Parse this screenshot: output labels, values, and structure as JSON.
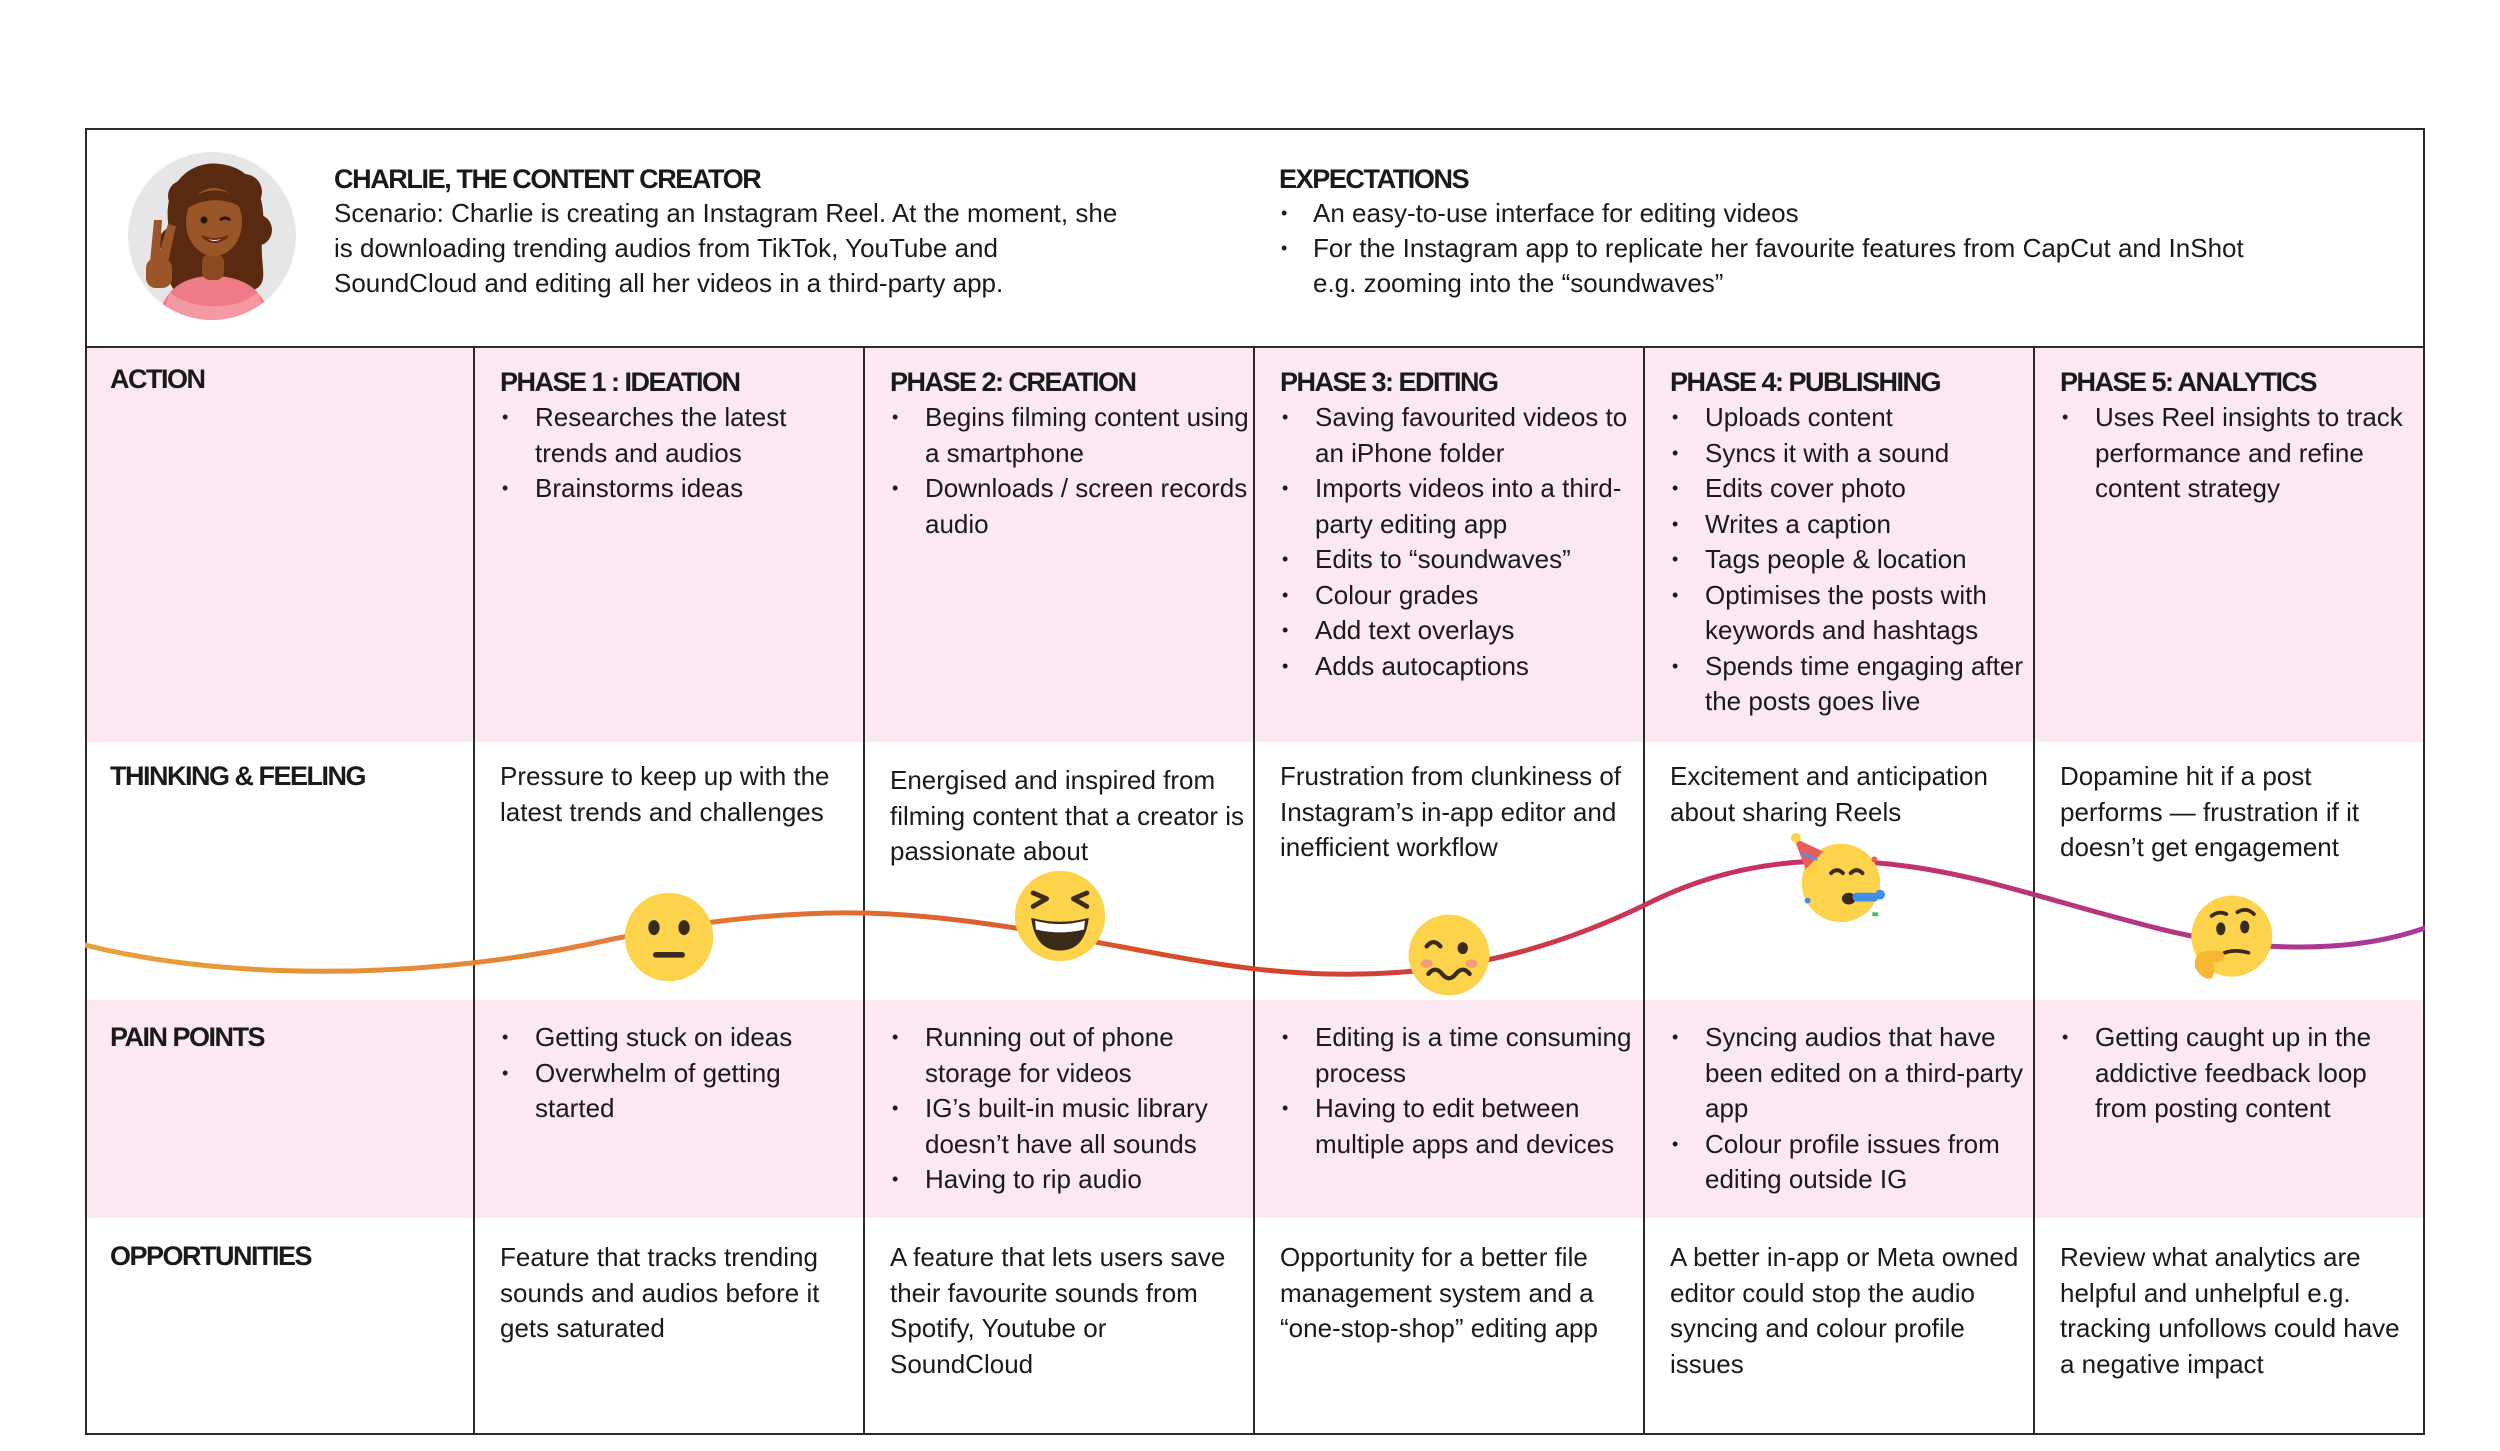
{
  "persona": {
    "title": "CHARLIE, THE CONTENT CREATOR",
    "scenario": "Scenario: Charlie is creating an Instagram Reel. At the moment, she\nis downloading trending audios from TikTok, YouTube and\nSoundCloud and editing all her videos in a third-party app."
  },
  "expectations": {
    "title": "EXPECTATIONS",
    "items": [
      "An easy-to-use interface for editing videos",
      "For the Instagram app to replicate her favourite features from CapCut and InShot\ne.g. zooming into the “soundwaves”"
    ]
  },
  "row_labels": {
    "action": "ACTION",
    "thinking": "THINKING & FEELING",
    "pain": "PAIN POINTS",
    "opportunities": "OPPORTUNITIES"
  },
  "phases": [
    {
      "title": "PHASE 1 : IDEATION",
      "actions": [
        "Researches the latest trends and audios",
        "Brainstorms ideas"
      ],
      "thinking": "Pressure to keep up with the latest trends and challenges",
      "pain_points": [
        "Getting stuck on ideas",
        "Overwhelm of getting started"
      ],
      "opportunity": "Feature that tracks trending sounds and audios before it gets saturated",
      "emotion_icon": "neutral-face-icon"
    },
    {
      "title": "PHASE 2: CREATION",
      "actions": [
        "Begins filming content using a smartphone",
        "Downloads / screen records audio"
      ],
      "thinking": "Energised and inspired from filming content that a creator is passionate about",
      "pain_points": [
        "Running out of phone storage for videos",
        "IG’s built-in music library doesn’t have all sounds",
        "Having to rip audio"
      ],
      "opportunity": "A feature that lets users save their favourite sounds from Spotify, Youtube or SoundCloud",
      "emotion_icon": "grinning-squinting-face-icon"
    },
    {
      "title": "PHASE 3: EDITING",
      "actions": [
        "Saving favourited videos to an iPhone folder",
        "Imports videos into a third-party editing app",
        "Edits to “soundwaves”",
        "Colour grades",
        "Add text overlays",
        "Adds autocaptions"
      ],
      "thinking": "Frustration from clunkiness of Instagram’s in-app editor and inefficient workflow",
      "pain_points": [
        "Editing is a time consuming process",
        "Having to edit between multiple apps and devices"
      ],
      "opportunity": "Opportunity for a better file management system and a “one-stop-shop” editing app",
      "emotion_icon": "woozy-face-icon"
    },
    {
      "title": "PHASE 4: PUBLISHING",
      "actions": [
        "Uploads content",
        "Syncs it with a sound",
        "Edits cover photo",
        "Writes a caption",
        "Tags people & location",
        "Optimises the posts with keywords and hashtags",
        "Spends time engaging after the posts goes live"
      ],
      "thinking": "Excitement and anticipation about sharing Reels",
      "pain_points": [
        "Syncing audios that have been edited on a third-party app",
        "Colour profile issues from editing outside IG"
      ],
      "opportunity": "A better in-app or Meta owned editor could stop the audio syncing and colour profile issues",
      "emotion_icon": "partying-face-icon"
    },
    {
      "title": "PHASE 5: ANALYTICS",
      "actions": [
        "Uses Reel insights to track performance and refine content strategy"
      ],
      "thinking": "Dopamine hit if a post performs — frustration if it doesn’t get engagement",
      "pain_points": [
        "Getting caught up in the addictive feedback loop from posting content"
      ],
      "opportunity": "Review what analytics are helpful and unhelpful e.g. tracking unfollows could have a negative impact",
      "emotion_icon": "thinking-face-icon"
    }
  ],
  "colors": {
    "band_pink": "#fbe8f3",
    "curve_start": "#e9a23b",
    "curve_mid": "#d6452a",
    "curve_end": "#a63a9a",
    "emoji_yellow": "#fcd34a"
  }
}
